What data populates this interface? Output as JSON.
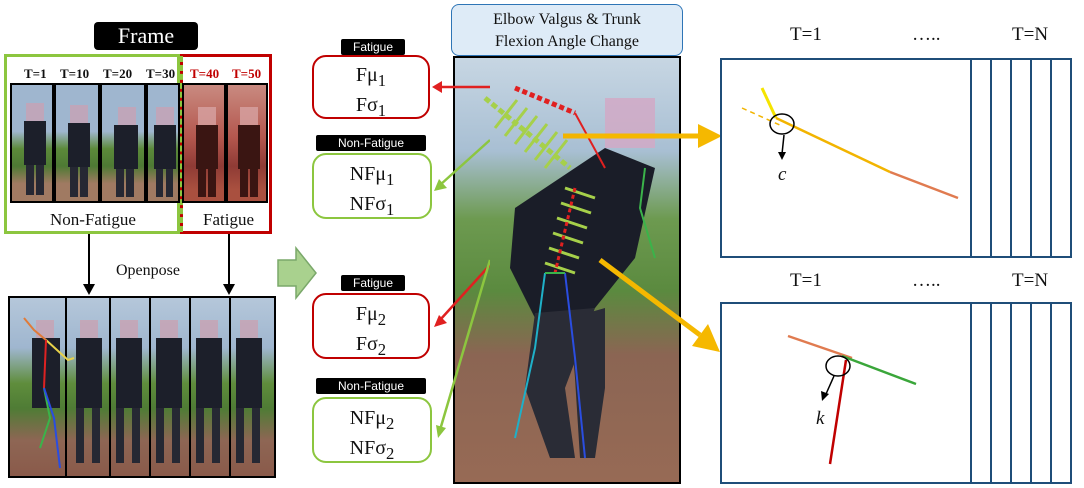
{
  "frame_label": "Frame",
  "time_labels": [
    "T=1",
    "T=10",
    "T=20",
    "T=30",
    "T=40",
    "T=50"
  ],
  "non_fatigue_group_label": "Non-Fatigue",
  "fatigue_group_label": "Fatigue",
  "openpose_label": "Openpose",
  "center_title_line1": "Elbow Valgus & Trunk",
  "center_title_line2": "Flexion Angle Change",
  "params": {
    "fatigue1_tag": "Fatigue",
    "fatigue1_mu": "Fμ",
    "fatigue1_sigma": "Fσ",
    "fatigue1_sub": "1",
    "nonfatigue1_tag": "Non-Fatigue",
    "nonfatigue1_mu": "NFμ",
    "nonfatigue1_sigma": "NFσ",
    "nonfatigue1_sub": "1",
    "fatigue2_tag": "Fatigue",
    "fatigue2_mu": "Fμ",
    "fatigue2_sigma": "Fσ",
    "fatigue2_sub": "2",
    "nonfatigue2_tag": "Non-Fatigue",
    "nonfatigue2_mu": "NFμ",
    "nonfatigue2_sigma": "NFσ",
    "nonfatigue2_sub": "2"
  },
  "right_panels": {
    "top_t1": "T=1",
    "top_dots": "…..",
    "top_tn": "T=N",
    "top_symbol": "c",
    "bottom_t1": "T=1",
    "bottom_dots": "…..",
    "bottom_tn": "T=N",
    "bottom_symbol": "k"
  },
  "colors": {
    "non_fatigue_green": "#8cc63f",
    "fatigue_red": "#c00000",
    "panel_blue": "#1f4e79",
    "title_box_fill": "#deebf7",
    "title_box_border": "#2e75b6",
    "arrow_orange": "#f5b800",
    "arrow_red": "#e02020",
    "arrow_green": "#8cc63f"
  }
}
